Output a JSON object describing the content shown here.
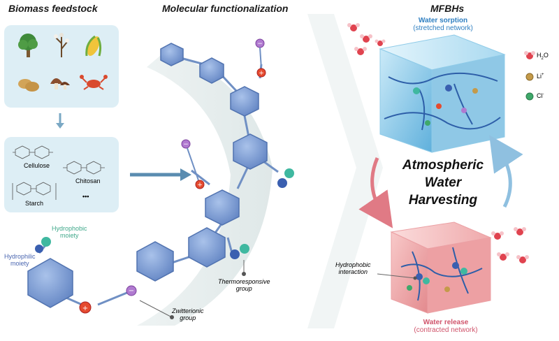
{
  "headers": {
    "biomass": "Biomass feedstock",
    "molecular": "Molecular functionalization",
    "mfbh": "MFBHs"
  },
  "biomass_items": {
    "tree": "tree-icon",
    "plant": "cotton-plant-icon",
    "corn": "corn-icon",
    "potato": "potato-icon",
    "mushroom": "mushroom-icon",
    "crab": "crab-icon"
  },
  "polysaccharides": {
    "cellulose": "Cellulose",
    "chitosan": "Chitosan",
    "starch": "Starch",
    "more": "•••"
  },
  "labels": {
    "hydrophobic_moiety_1": "Hydrophobic",
    "hydrophobic_moiety_2": "moiety",
    "hydrophilic_moiety_1": "Hydrophilic",
    "hydrophilic_moiety_2": "moiety",
    "thermo_1": "Thermoresponsive",
    "thermo_2": "group",
    "zwitter_1": "Zwitterionic",
    "zwitter_2": "group"
  },
  "sorption": {
    "title": "Water sorption",
    "sub": "(stretched network)"
  },
  "release": {
    "title": "Water release",
    "sub": "(contracted network)"
  },
  "legend": {
    "h2o": "H",
    "h2o_sub": "2",
    "h2o_end": "O",
    "li": "Li",
    "li_sup": "+",
    "cl": "Cl",
    "cl_sup": "-"
  },
  "center": {
    "line1": "Atmospheric",
    "line2": "Water",
    "line3": "Harvesting"
  },
  "interaction": {
    "line1": "Hydrophobic",
    "line2": "interaction"
  },
  "colors": {
    "blue_text": "#2f7fc1",
    "pink_text": "#d0546b",
    "ring": "#7d9fd4",
    "panel": "#ddeef5"
  }
}
